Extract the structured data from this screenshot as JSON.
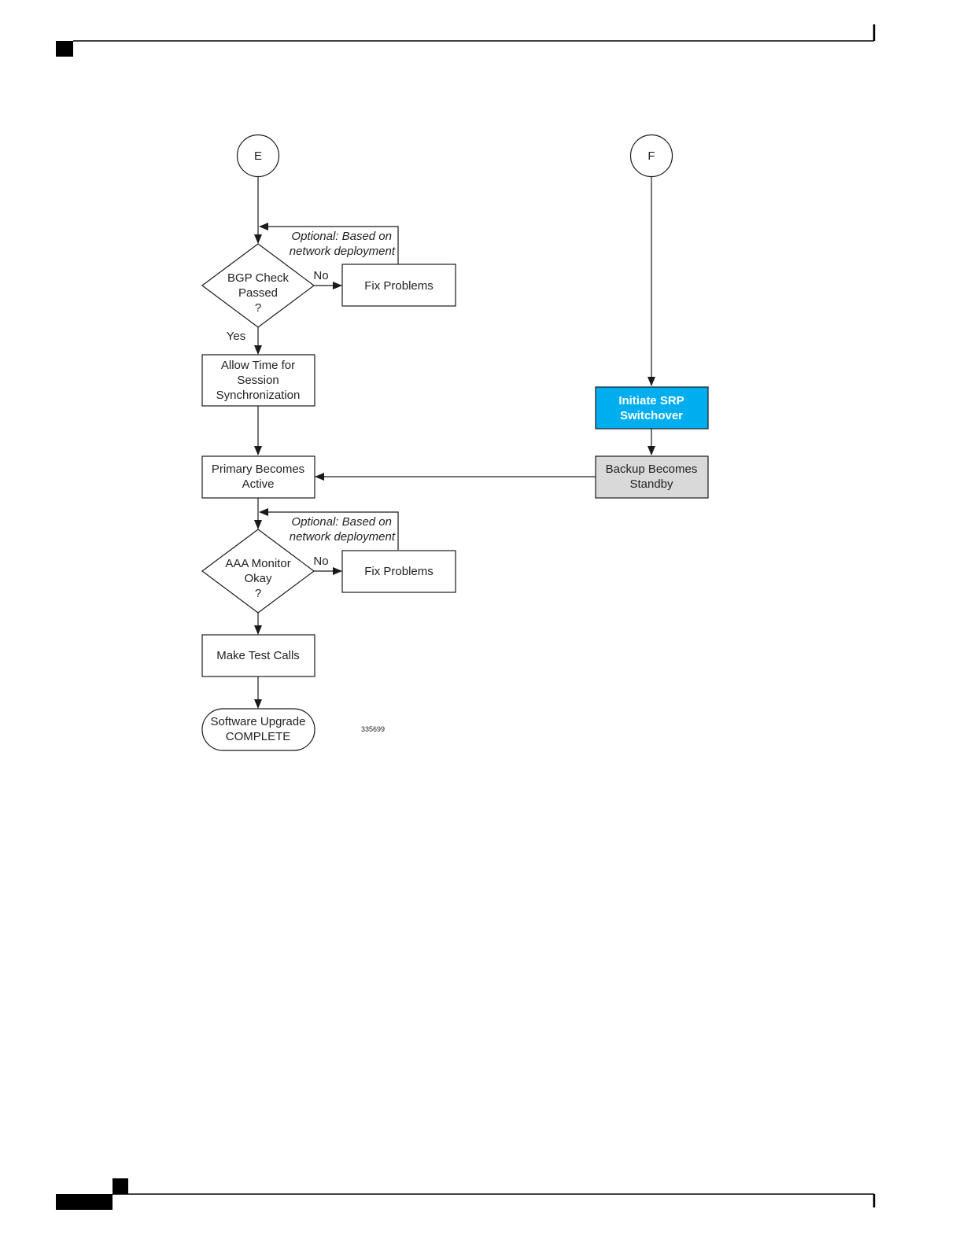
{
  "connectors": {
    "e": "E",
    "f": "F"
  },
  "bgp_note": {
    "line1": "Optional: Based on",
    "line2": "network deployment"
  },
  "bgp_decision": {
    "line1": "BGP Check",
    "line2": "Passed",
    "line3": "?",
    "no_label": "No",
    "yes_label": "Yes"
  },
  "fix_problems_1": "Fix Problems",
  "allow_time": {
    "line1": "Allow Time for",
    "line2": "Session",
    "line3": "Synchronization"
  },
  "initiate_srp": {
    "line1": "Initiate SRP",
    "line2": "Switchover"
  },
  "primary_active": {
    "line1": "Primary Becomes",
    "line2": "Active"
  },
  "backup_standby": {
    "line1": "Backup Becomes",
    "line2": "Standby"
  },
  "aaa_note": {
    "line1": "Optional: Based on",
    "line2": "network deployment"
  },
  "aaa_decision": {
    "line1": "AAA Monitor",
    "line2": "Okay",
    "line3": "?",
    "no_label": "No"
  },
  "fix_problems_2": "Fix Problems",
  "test_calls": "Make Test Calls",
  "upgrade_complete": {
    "line1": "Software Upgrade",
    "line2": "COMPLETE"
  },
  "figure_id": "335699",
  "colors": {
    "highlight_fill": "#00aeef",
    "standby_fill": "#d9d9d9",
    "ink": "#1a1a1a"
  }
}
